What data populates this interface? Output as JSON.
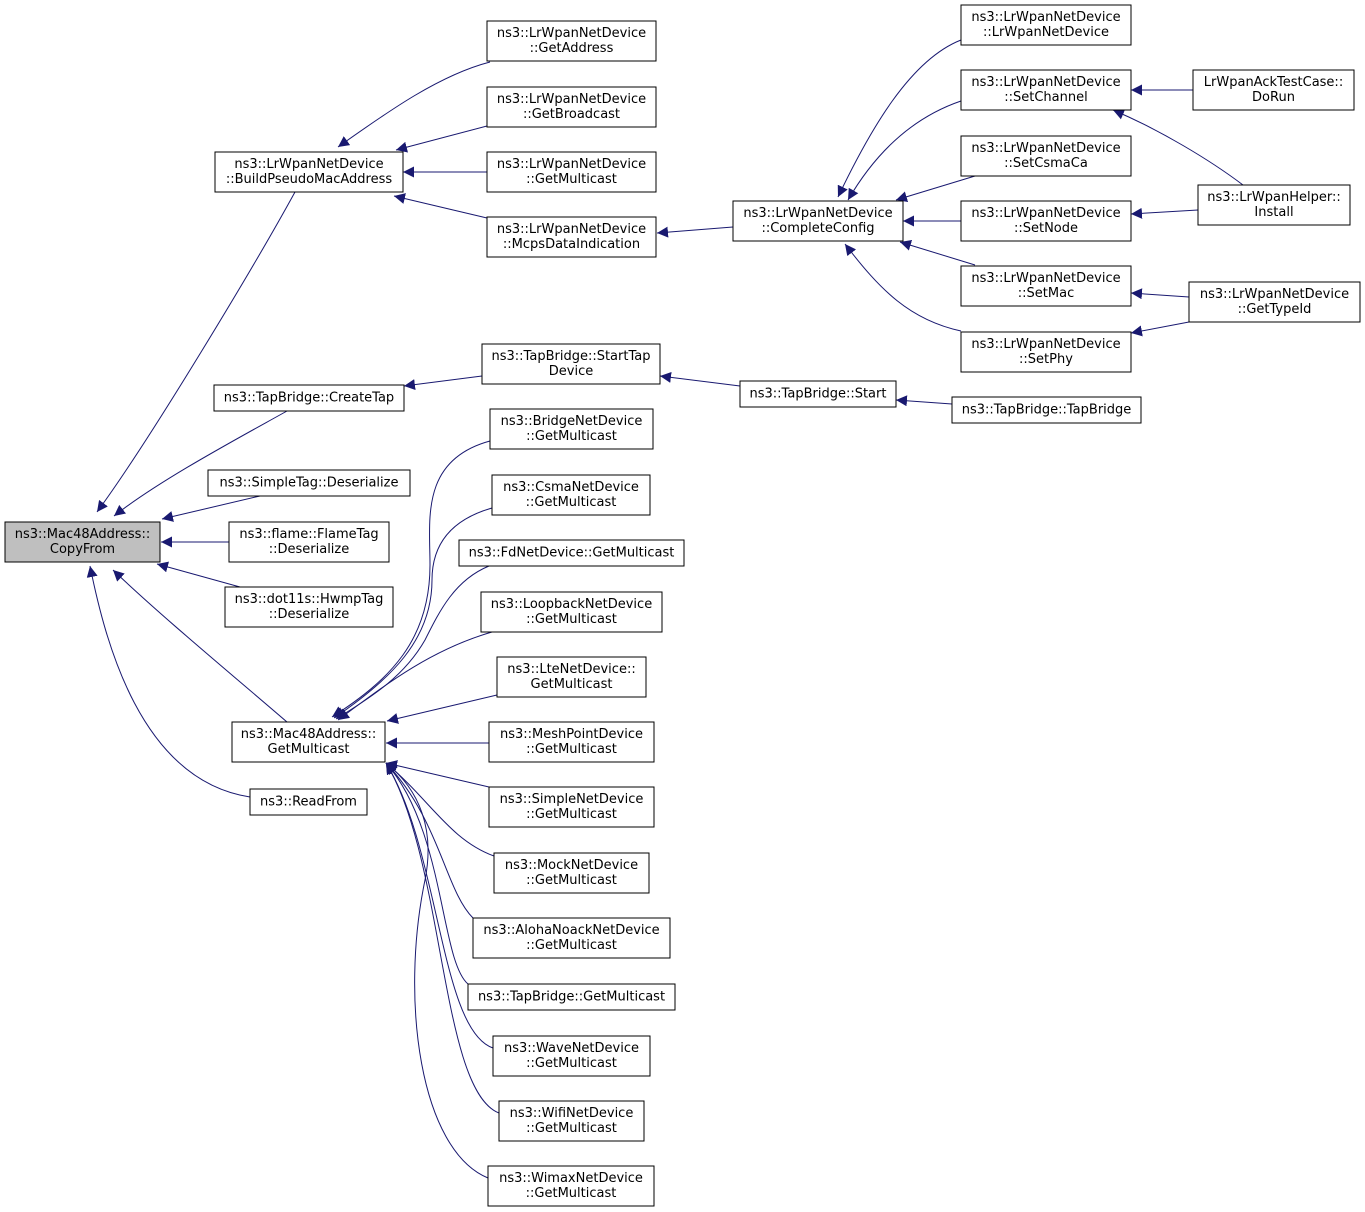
{
  "graph": {
    "nodes": [
      {
        "id": "copyfrom",
        "lines": [
          "ns3::Mac48Address::",
          "CopyFrom"
        ],
        "root": true
      },
      {
        "id": "buildpseudo",
        "lines": [
          "ns3::LrWpanNetDevice",
          "::BuildPseudoMacAddress"
        ]
      },
      {
        "id": "createtap",
        "lines": [
          "ns3::TapBridge::CreateTap"
        ]
      },
      {
        "id": "simpletag",
        "lines": [
          "ns3::SimpleTag::Deserialize"
        ]
      },
      {
        "id": "flametag",
        "lines": [
          "ns3::flame::FlameTag",
          "::Deserialize"
        ]
      },
      {
        "id": "hwmptag",
        "lines": [
          "ns3::dot11s::HwmpTag",
          "::Deserialize"
        ]
      },
      {
        "id": "mac48getmc",
        "lines": [
          "ns3::Mac48Address::",
          "GetMulticast"
        ]
      },
      {
        "id": "readfrom",
        "lines": [
          "ns3::ReadFrom"
        ]
      },
      {
        "id": "getaddress",
        "lines": [
          "ns3::LrWpanNetDevice",
          "::GetAddress"
        ]
      },
      {
        "id": "getbroadcast",
        "lines": [
          "ns3::LrWpanNetDevice",
          "::GetBroadcast"
        ]
      },
      {
        "id": "lrwpangetmc",
        "lines": [
          "ns3::LrWpanNetDevice",
          "::GetMulticast"
        ]
      },
      {
        "id": "mcpsdata",
        "lines": [
          "ns3::LrWpanNetDevice",
          "::McpsDataIndication"
        ]
      },
      {
        "id": "starttapdev",
        "lines": [
          "ns3::TapBridge::StartTap",
          "Device"
        ]
      },
      {
        "id": "bridgemc",
        "lines": [
          "ns3::BridgeNetDevice",
          "::GetMulticast"
        ]
      },
      {
        "id": "csmamc",
        "lines": [
          "ns3::CsmaNetDevice",
          "::GetMulticast"
        ]
      },
      {
        "id": "fdmc",
        "lines": [
          "ns3::FdNetDevice::GetMulticast"
        ]
      },
      {
        "id": "loopbackmc",
        "lines": [
          "ns3::LoopbackNetDevice",
          "::GetMulticast"
        ]
      },
      {
        "id": "ltemc",
        "lines": [
          "ns3::LteNetDevice::",
          "GetMulticast"
        ]
      },
      {
        "id": "meshmc",
        "lines": [
          "ns3::MeshPointDevice",
          "::GetMulticast"
        ]
      },
      {
        "id": "simplemc",
        "lines": [
          "ns3::SimpleNetDevice",
          "::GetMulticast"
        ]
      },
      {
        "id": "mockmc",
        "lines": [
          "ns3::MockNetDevice",
          "::GetMulticast"
        ]
      },
      {
        "id": "alohamc",
        "lines": [
          "ns3::AlohaNoackNetDevice",
          "::GetMulticast"
        ]
      },
      {
        "id": "tapbridgemc",
        "lines": [
          "ns3::TapBridge::GetMulticast"
        ]
      },
      {
        "id": "wavemc",
        "lines": [
          "ns3::WaveNetDevice",
          "::GetMulticast"
        ]
      },
      {
        "id": "wifimc",
        "lines": [
          "ns3::WifiNetDevice",
          "::GetMulticast"
        ]
      },
      {
        "id": "wimaxmc",
        "lines": [
          "ns3::WimaxNetDevice",
          "::GetMulticast"
        ]
      },
      {
        "id": "completeconfig",
        "lines": [
          "ns3::LrWpanNetDevice",
          "::CompleteConfig"
        ]
      },
      {
        "id": "tapstart",
        "lines": [
          "ns3::TapBridge::Start"
        ]
      },
      {
        "id": "tapbridgector",
        "lines": [
          "ns3::TapBridge::TapBridge"
        ]
      },
      {
        "id": "lrwpanctor",
        "lines": [
          "ns3::LrWpanNetDevice",
          "::LrWpanNetDevice"
        ]
      },
      {
        "id": "setchannel",
        "lines": [
          "ns3::LrWpanNetDevice",
          "::SetChannel"
        ]
      },
      {
        "id": "setcsmaca",
        "lines": [
          "ns3::LrWpanNetDevice",
          "::SetCsmaCa"
        ]
      },
      {
        "id": "setnode",
        "lines": [
          "ns3::LrWpanNetDevice",
          "::SetNode"
        ]
      },
      {
        "id": "setmac",
        "lines": [
          "ns3::LrWpanNetDevice",
          "::SetMac"
        ]
      },
      {
        "id": "setphy",
        "lines": [
          "ns3::LrWpanNetDevice",
          "::SetPhy"
        ]
      },
      {
        "id": "ackdorun",
        "lines": [
          "LrWpanAckTestCase::",
          "DoRun"
        ]
      },
      {
        "id": "helperinstall",
        "lines": [
          "ns3::LrWpanHelper::",
          "Install"
        ]
      },
      {
        "id": "gettypeid",
        "lines": [
          "ns3::LrWpanNetDevice",
          "::GetTypeId"
        ]
      }
    ],
    "edges": [
      {
        "from": "buildpseudo",
        "to": "copyfrom"
      },
      {
        "from": "createtap",
        "to": "copyfrom"
      },
      {
        "from": "simpletag",
        "to": "copyfrom"
      },
      {
        "from": "flametag",
        "to": "copyfrom"
      },
      {
        "from": "hwmptag",
        "to": "copyfrom"
      },
      {
        "from": "mac48getmc",
        "to": "copyfrom"
      },
      {
        "from": "readfrom",
        "to": "copyfrom"
      },
      {
        "from": "getaddress",
        "to": "buildpseudo"
      },
      {
        "from": "getbroadcast",
        "to": "buildpseudo"
      },
      {
        "from": "lrwpangetmc",
        "to": "buildpseudo"
      },
      {
        "from": "mcpsdata",
        "to": "buildpseudo"
      },
      {
        "from": "completeconfig",
        "to": "mcpsdata"
      },
      {
        "from": "lrwpanctor",
        "to": "completeconfig"
      },
      {
        "from": "setchannel",
        "to": "completeconfig"
      },
      {
        "from": "setcsmaca",
        "to": "completeconfig"
      },
      {
        "from": "setnode",
        "to": "completeconfig"
      },
      {
        "from": "setmac",
        "to": "completeconfig"
      },
      {
        "from": "setphy",
        "to": "completeconfig"
      },
      {
        "from": "ackdorun",
        "to": "setchannel"
      },
      {
        "from": "helperinstall",
        "to": "setchannel"
      },
      {
        "from": "helperinstall",
        "to": "setnode"
      },
      {
        "from": "gettypeid",
        "to": "setmac"
      },
      {
        "from": "gettypeid",
        "to": "setphy"
      },
      {
        "from": "starttapdev",
        "to": "createtap"
      },
      {
        "from": "tapstart",
        "to": "starttapdev"
      },
      {
        "from": "tapbridgector",
        "to": "tapstart"
      },
      {
        "from": "bridgemc",
        "to": "mac48getmc"
      },
      {
        "from": "csmamc",
        "to": "mac48getmc"
      },
      {
        "from": "fdmc",
        "to": "mac48getmc"
      },
      {
        "from": "loopbackmc",
        "to": "mac48getmc"
      },
      {
        "from": "ltemc",
        "to": "mac48getmc"
      },
      {
        "from": "meshmc",
        "to": "mac48getmc"
      },
      {
        "from": "simplemc",
        "to": "mac48getmc"
      },
      {
        "from": "mockmc",
        "to": "mac48getmc"
      },
      {
        "from": "alohamc",
        "to": "mac48getmc"
      },
      {
        "from": "tapbridgemc",
        "to": "mac48getmc"
      },
      {
        "from": "wavemc",
        "to": "mac48getmc"
      },
      {
        "from": "wifimc",
        "to": "mac48getmc"
      },
      {
        "from": "wimaxmc",
        "to": "mac48getmc"
      }
    ]
  },
  "colors": {
    "edge": "#191970",
    "node_border": "#000000",
    "node_fill": "#ffffff",
    "root_fill": "#bfbfbf"
  }
}
